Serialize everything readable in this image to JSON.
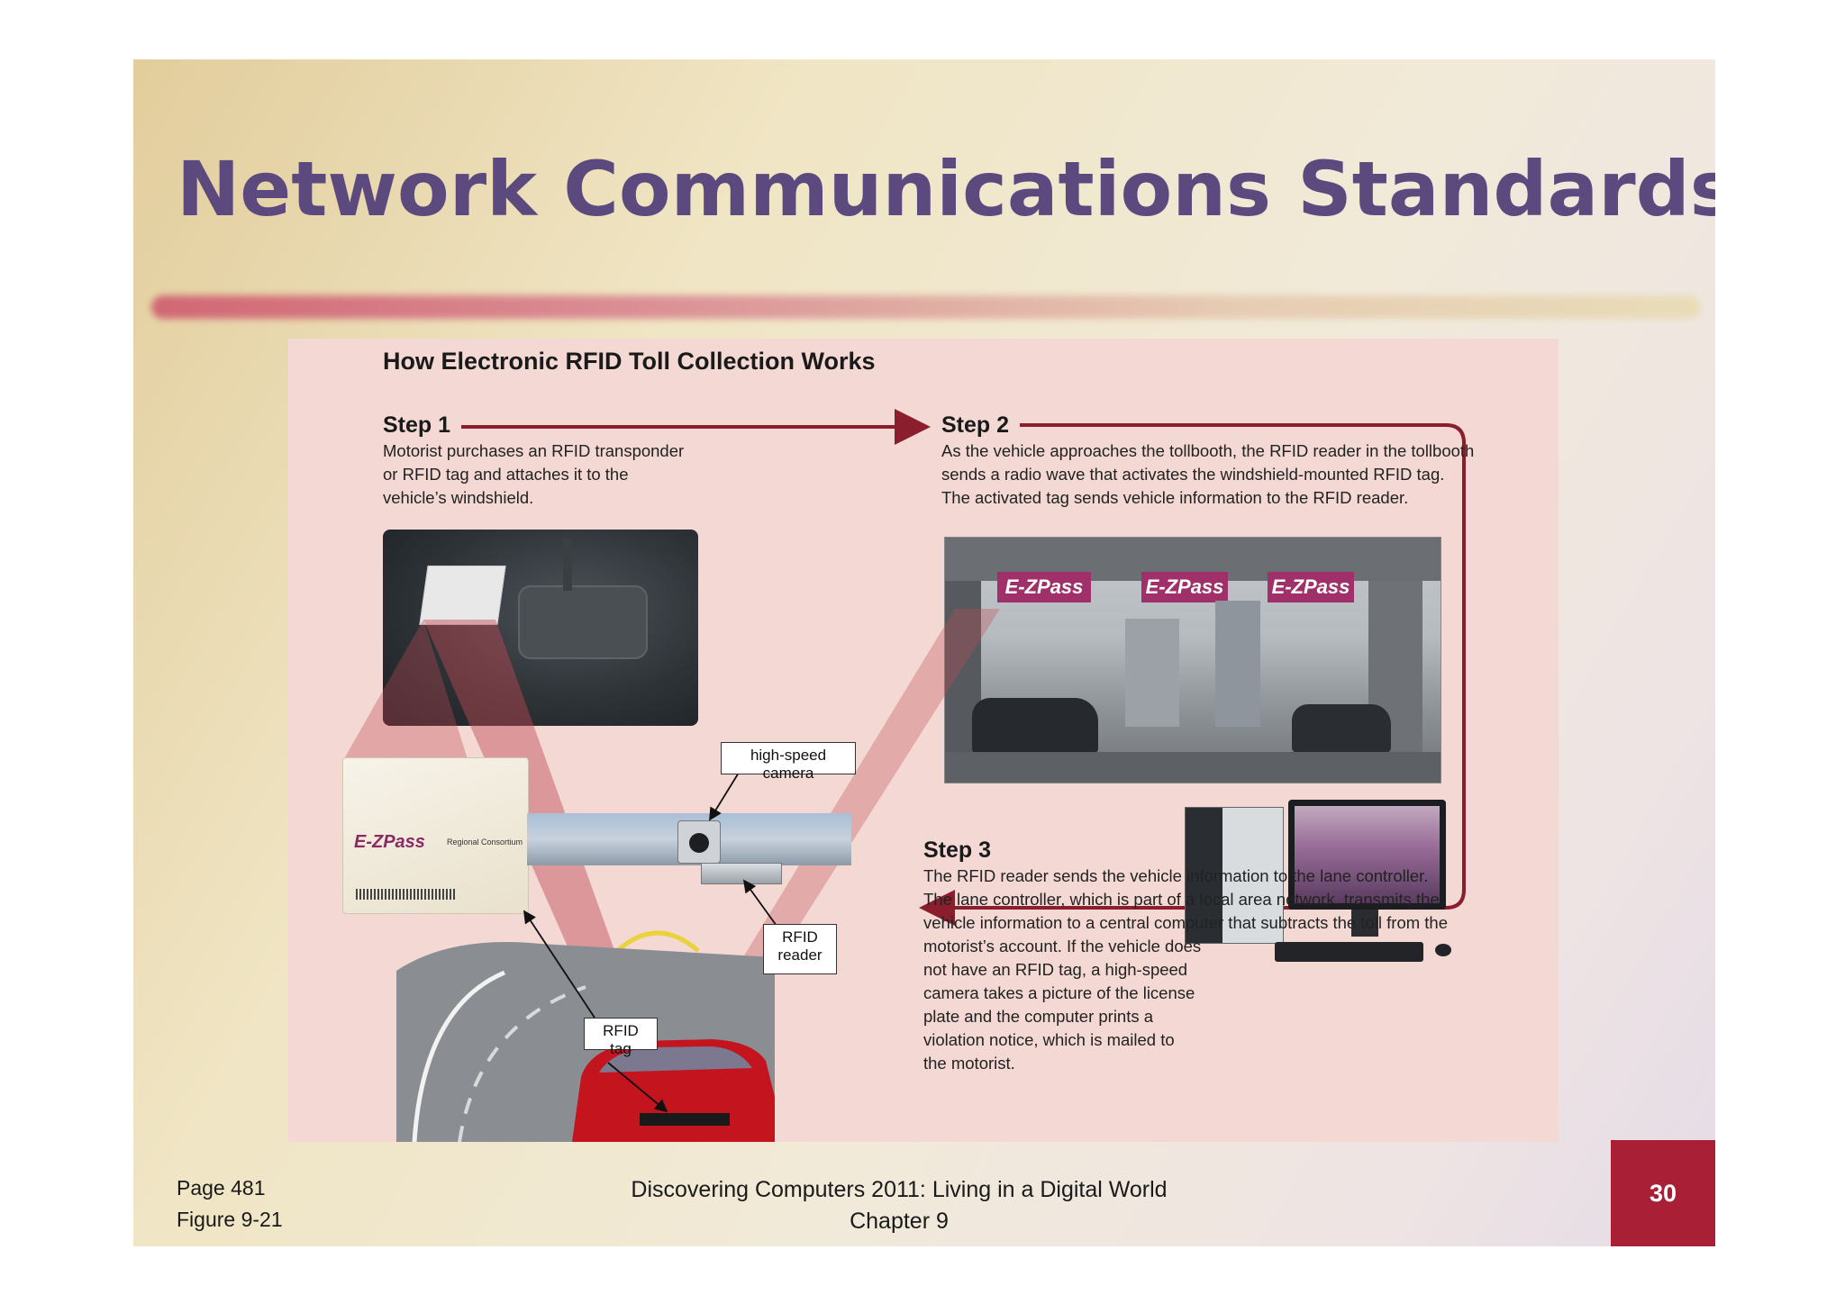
{
  "slide": {
    "title": "Network Communications Standards",
    "page_number": "30",
    "footer": {
      "page_ref": "Page 481",
      "figure_ref": "Figure 9-21",
      "course_line1": "Discovering Computers 2011: Living in a Digital World",
      "course_line2": "Chapter 9"
    }
  },
  "figure": {
    "title": "How Electronic RFID Toll Collection Works",
    "steps": [
      {
        "label": "Step 1",
        "lines": [
          "Motorist purchases an RFID transponder",
          "or RFID tag and attaches it to the",
          "vehicle’s windshield."
        ]
      },
      {
        "label": "Step 2",
        "lines": [
          "As the vehicle approaches the tollbooth, the RFID reader in the tollbooth",
          "sends a radio wave that activates the windshield-mounted RFID tag.",
          "The activated tag sends vehicle information to the RFID reader."
        ]
      },
      {
        "label": "Step 3",
        "lines": [
          "The RFID reader sends the vehicle information to the lane controller.",
          "The lane controller, which is part of a local area network, transmits the",
          "vehicle information to a central computer that subtracts the toll from the",
          "motorist’s account. If the vehicle does",
          "not have an RFID tag, a high-speed",
          "camera takes a picture of the license",
          "plate and the computer prints a",
          "violation notice, which is mailed to",
          "the motorist."
        ]
      }
    ],
    "callouts": {
      "camera": "high-speed camera",
      "reader_line1": "RFID",
      "reader_line2": "reader",
      "tag": "RFID tag"
    },
    "signs": [
      "E-ZPass",
      "E-ZPass",
      "E-ZPass"
    ],
    "tag_card": {
      "brand": "E-ZPass",
      "consortium": "Regional Consortium"
    }
  }
}
